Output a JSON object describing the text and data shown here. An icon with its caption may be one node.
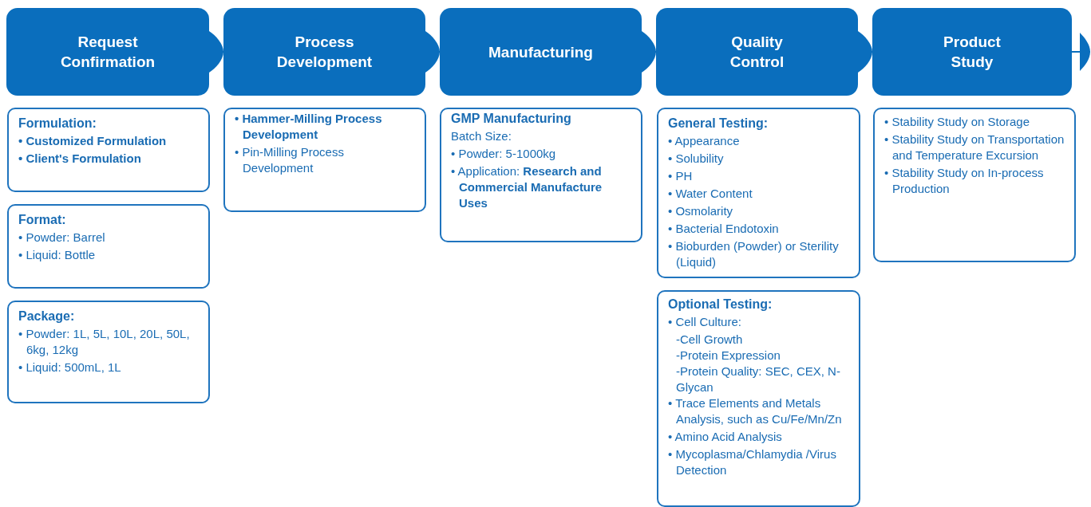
{
  "diagram": {
    "nodes": [
      {
        "text": [
          "Request Confirmation"
        ]
      },
      {
        "text": [
          "Process Development"
        ]
      },
      {
        "text": [
          "Manufacturing"
        ]
      },
      {
        "text": [
          "Quality Control"
        ]
      },
      {
        "text": [
          "Product Study"
        ]
      },
      {
        "text": [
          "Formulation:",
          "• Customized Formulation",
          "• Client's Formulation"
        ]
      },
      {
        "text": [
          "Format:",
          "• Powder: Barrel",
          "• Liquid: Bottle"
        ]
      },
      {
        "text": [
          "Package:",
          "• Powder: 1L, 5L, 10L, 20L, 50L, 6kg, 12kg",
          "• Liquid: 500mL, 1L"
        ]
      },
      {
        "text": [
          "• Hammer-Milling Process Development",
          "• Pin-Milling Process Development"
        ]
      },
      {
        "text": [
          "GMP Manufacturing",
          "Batch Size:",
          "• Powder: 5-1000kg",
          "• Application: **Research and Commercial Manufacture Uses**"
        ]
      },
      {
        "text": [
          "General Testing:",
          "• Appearance",
          "• Solubility",
          "• PH",
          "• Water Content",
          "• Osmolarity",
          "• Bacterial Endotoxin",
          "• Bioburden (Powder) or Sterility (Liquid)"
        ]
      },
      {
        "text": [
          "Optional Testing:",
          "• Cell Culture:",
          "-Cell Growth",
          "-Protein Expression",
          "-Protein Quality: SEC, CEX, N-Glycan",
          "• Trace Elements and Metals Analysis, such as Cu/Fe/Mn/Zn",
          "• Amino Acid Analysis",
          "• Mycoplasma/Chlamydia /Virus Detection"
        ]
      },
      {
        "text": [
          "• Stability Study on Storage",
          "• Stability Study on Transportation and Temperature Excursion",
          "• Stability Study on In-process Production"
        ]
      }
    ],
    "edges": [
      {
        "from": 0,
        "to": 1,
        "arrow": "to"
      },
      {
        "from": 1,
        "to": 2,
        "arrow": "to"
      },
      {
        "from": 2,
        "to": 3,
        "arrow": "to"
      },
      {
        "from": 3,
        "to": 4,
        "arrow": "to"
      },
      {
        "from": 4,
        "to": null,
        "arrow": "to"
      }
    ]
  }
}
